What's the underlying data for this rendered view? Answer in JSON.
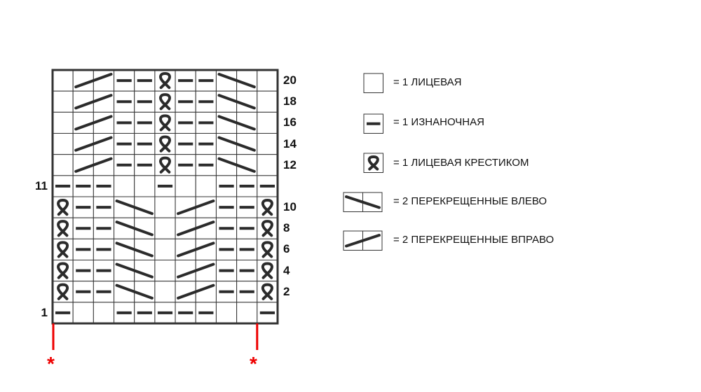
{
  "chart": {
    "rows": [
      {
        "label": "20",
        "side": "right",
        "cells": [
          ".",
          "R",
          "r",
          "-",
          "-",
          "T",
          "-",
          "-",
          "L",
          "l",
          "."
        ]
      },
      {
        "label": "18",
        "side": "right",
        "cells": [
          ".",
          "R",
          "r",
          "-",
          "-",
          "T",
          "-",
          "-",
          "L",
          "l",
          "."
        ]
      },
      {
        "label": "16",
        "side": "right",
        "cells": [
          ".",
          "R",
          "r",
          "-",
          "-",
          "T",
          "-",
          "-",
          "L",
          "l",
          "."
        ]
      },
      {
        "label": "14",
        "side": "right",
        "cells": [
          ".",
          "R",
          "r",
          "-",
          "-",
          "T",
          "-",
          "-",
          "L",
          "l",
          "."
        ]
      },
      {
        "label": "12",
        "side": "right",
        "cells": [
          ".",
          "R",
          "r",
          "-",
          "-",
          "T",
          "-",
          "-",
          "L",
          "l",
          "."
        ]
      },
      {
        "label": "11",
        "side": "left",
        "cells": [
          "-",
          "-",
          "-",
          ".",
          ".",
          "-",
          ".",
          ".",
          "-",
          "-",
          "-"
        ]
      },
      {
        "label": "10",
        "side": "right",
        "cells": [
          "T",
          "-",
          "-",
          "L",
          "l",
          ".",
          "R",
          "r",
          "-",
          "-",
          "T"
        ]
      },
      {
        "label": "8",
        "side": "right",
        "cells": [
          "T",
          "-",
          "-",
          "L",
          "l",
          ".",
          "R",
          "r",
          "-",
          "-",
          "T"
        ]
      },
      {
        "label": "6",
        "side": "right",
        "cells": [
          "T",
          "-",
          "-",
          "L",
          "l",
          ".",
          "R",
          "r",
          "-",
          "-",
          "T"
        ]
      },
      {
        "label": "4",
        "side": "right",
        "cells": [
          "T",
          "-",
          "-",
          "L",
          "l",
          ".",
          "R",
          "r",
          "-",
          "-",
          "T"
        ]
      },
      {
        "label": "2",
        "side": "right",
        "cells": [
          "T",
          "-",
          "-",
          "L",
          "l",
          ".",
          "R",
          "r",
          "-",
          "-",
          "T"
        ]
      },
      {
        "label": "1",
        "side": "left",
        "cells": [
          "-",
          ".",
          ".",
          "-",
          "-",
          "-",
          "-",
          "-",
          ".",
          ".",
          "-"
        ]
      }
    ],
    "repeat_marker": "*",
    "repeat_columns": [
      0,
      10
    ]
  },
  "legend": [
    {
      "symbol": ".",
      "text": "= 1 ЛИЦЕВАЯ"
    },
    {
      "symbol": "-",
      "text": "= 1 ИЗНАНОЧНАЯ"
    },
    {
      "symbol": "T",
      "text": "= 1 ЛИЦЕВАЯ КРЕСТИКОМ"
    },
    {
      "symbol": "L",
      "text": "= 2 ПЕРЕКРЕЩЕННЫЕ ВЛЕВО"
    },
    {
      "symbol": "R",
      "text": "= 2 ПЕРЕКРЕЩЕННЫЕ ВПРАВО"
    }
  ],
  "colors": {
    "ink": "#2b2b2b",
    "grid": "#333333",
    "repeat": "#ee0000"
  }
}
